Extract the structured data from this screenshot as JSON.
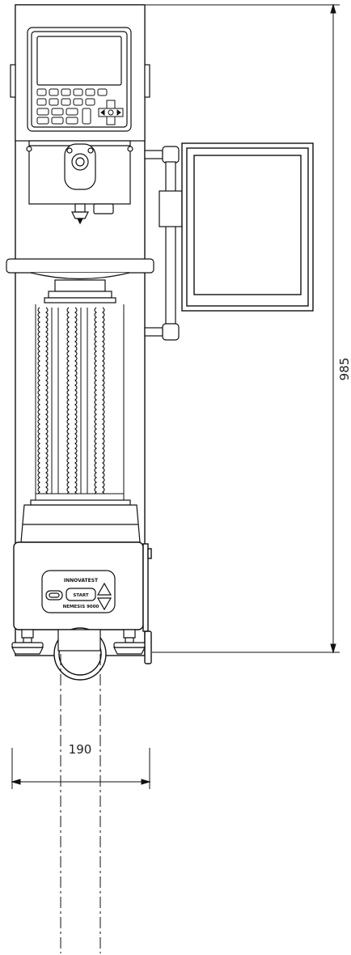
{
  "dimensions": {
    "height": "985",
    "width": "190"
  },
  "control_panel": {
    "brand": "INNOVATEST",
    "start_label": "START",
    "model_label": "NEMESIS 9000"
  }
}
